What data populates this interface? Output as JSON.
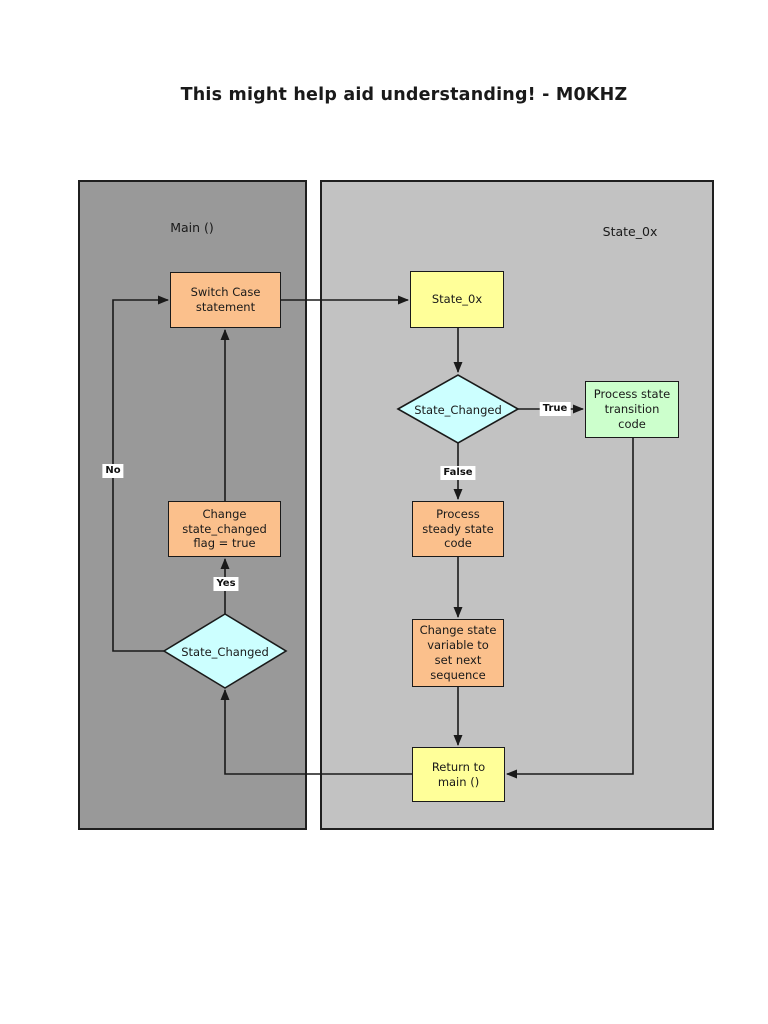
{
  "title": "This might help aid understanding! - M0KHZ",
  "panels": {
    "main": {
      "label": "Main ()"
    },
    "state": {
      "label": "State_0x"
    }
  },
  "nodes": {
    "switch_case": {
      "label": "Switch Case\nstatement",
      "shape": "rect",
      "color": "#FBC08C"
    },
    "change_flag": {
      "label": "Change\nstate_changed\nflag = true",
      "shape": "rect",
      "color": "#FBC08C"
    },
    "main_decision": {
      "label": "State_Changed",
      "shape": "diamond",
      "color": "#CCFFFF"
    },
    "state_entry": {
      "label": "State_0x",
      "shape": "rect",
      "color": "#FFFF99"
    },
    "state_decision": {
      "label": "State_Changed",
      "shape": "diamond",
      "color": "#CCFFFF"
    },
    "process_transition": {
      "label": "Process state\ntransition\ncode",
      "shape": "rect",
      "color": "#CCFFCC"
    },
    "process_steady": {
      "label": "Process\nsteady state\ncode",
      "shape": "rect",
      "color": "#FBC08C"
    },
    "change_variable": {
      "label": "Change state\nvariable to\nset next\nsequence",
      "shape": "rect",
      "color": "#FBC08C"
    },
    "return_main": {
      "label": "Return to\nmain ()",
      "shape": "rect",
      "color": "#FFFF99"
    }
  },
  "edge_labels": {
    "no": "No",
    "yes": "Yes",
    "true": "True",
    "false": "False"
  },
  "colors": {
    "main_panel": "#999999",
    "state_panel": "#C2C2C2",
    "process_box": "#FBC08C",
    "state_box": "#FFFF99",
    "decision_diamond": "#CCFFFF",
    "transition_box": "#CCFFCC",
    "connector_line": "#1A1A1A",
    "page_background": "#FFFFFF"
  }
}
